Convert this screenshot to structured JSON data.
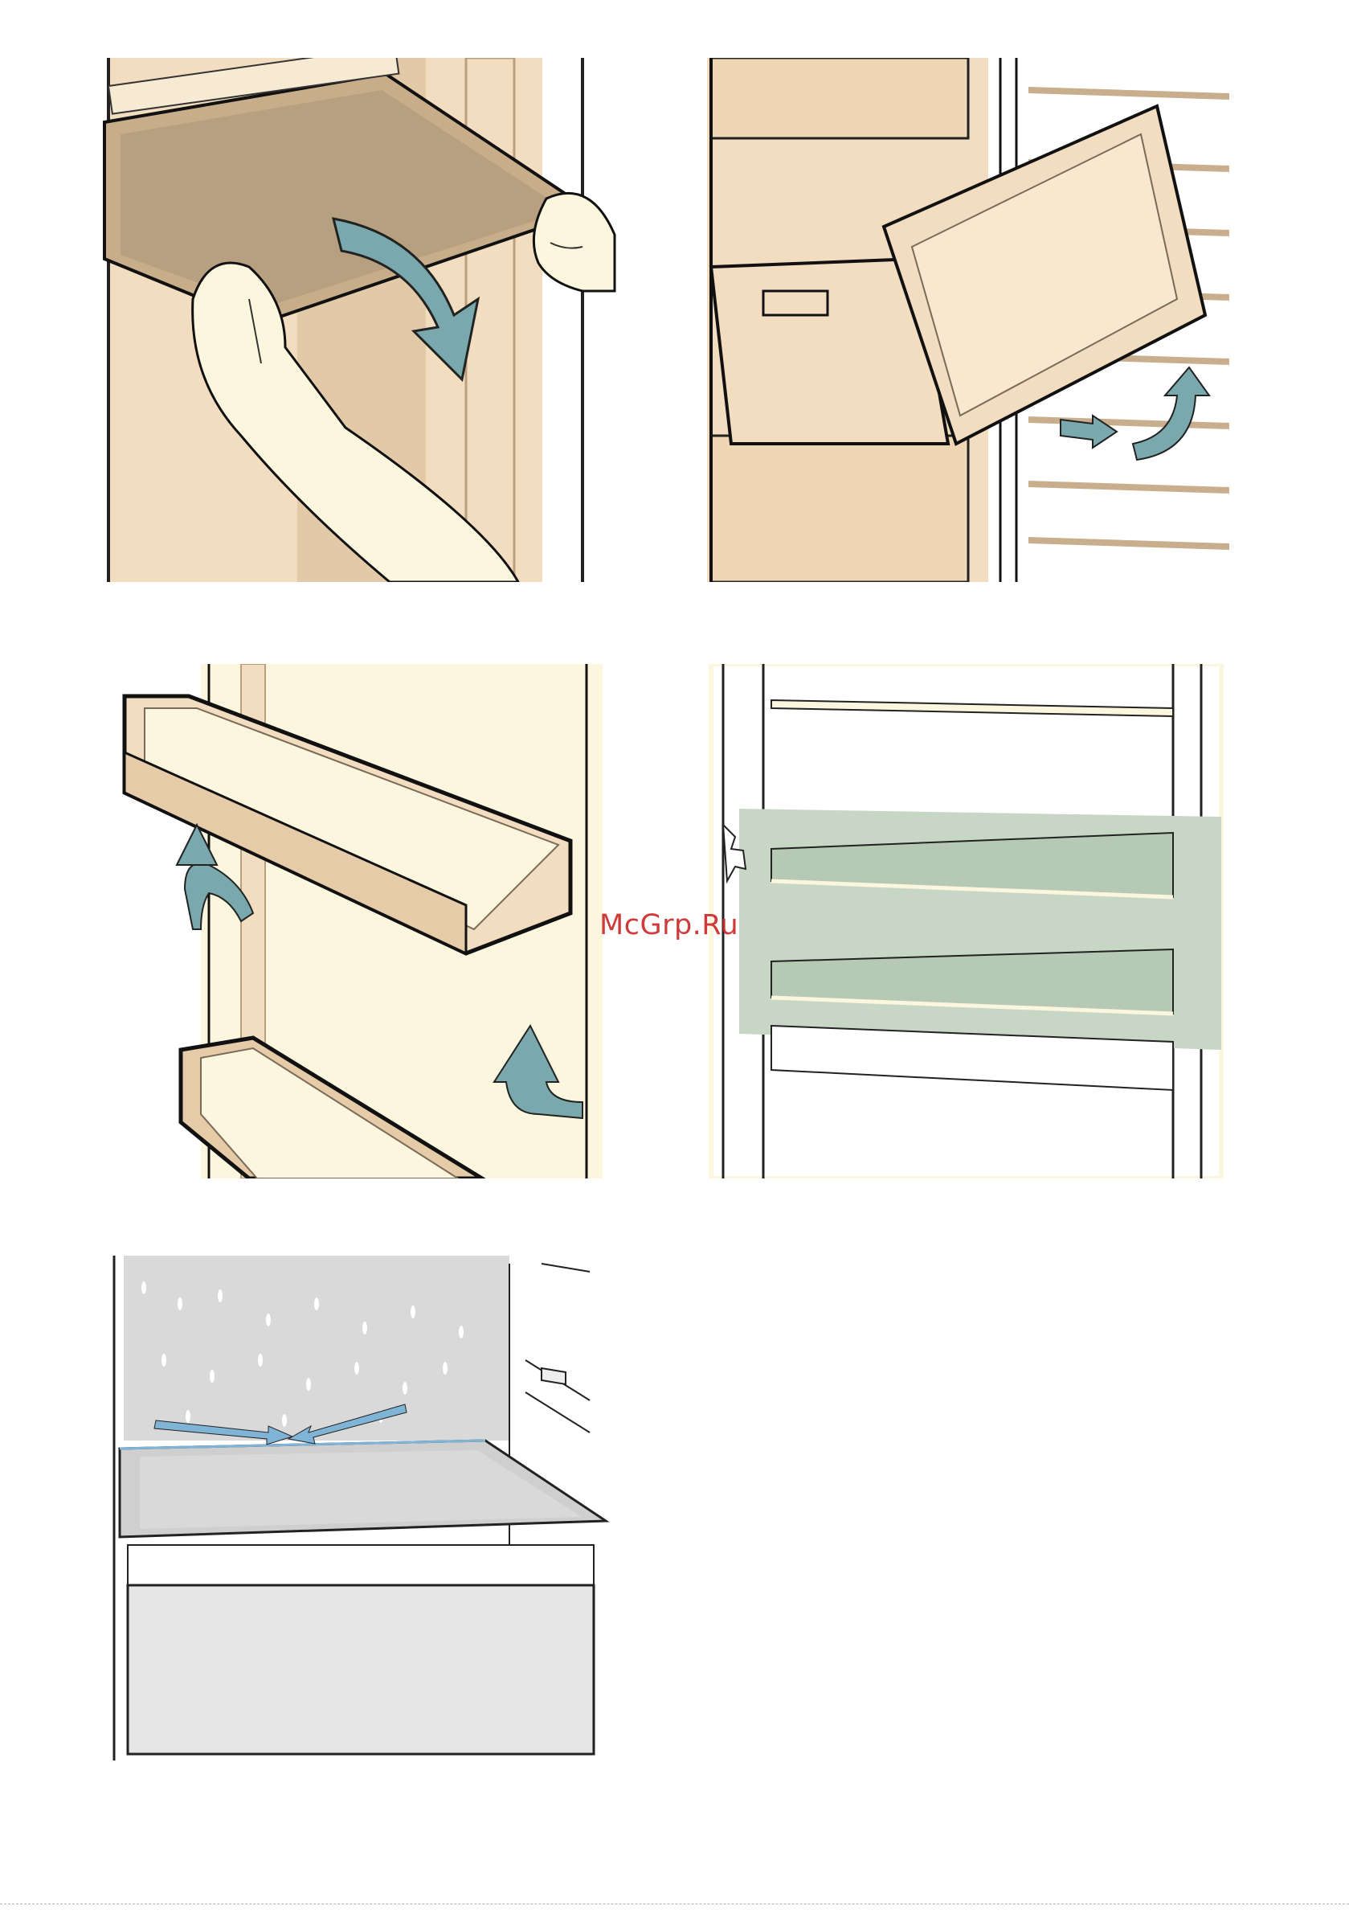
{
  "watermark": {
    "text": "McGrp.Ru"
  },
  "colors": {
    "cream": "#f3ddc0",
    "tan": "#c8ae8c",
    "light_cream": "#fdf6df",
    "arrow_teal": "#79a9ad",
    "shelf_green": "#c8d6c6",
    "grey_panel": "#d9d9d9",
    "arrow_blue": "#7fb4d6",
    "watermark_red": "#cc2a2a"
  },
  "illustrations": [
    {
      "name": "remove-glass-shelf",
      "icon": "hands-tilt-shelf-icon"
    },
    {
      "name": "remove-drawer",
      "icon": "drawer-pull-icon"
    },
    {
      "name": "remove-door-rack",
      "icon": "door-rack-lift-icon"
    },
    {
      "name": "shelf-positions",
      "icon": "shelf-rails-icon"
    },
    {
      "name": "defrost-drain-channel",
      "icon": "water-drops-icon"
    }
  ]
}
